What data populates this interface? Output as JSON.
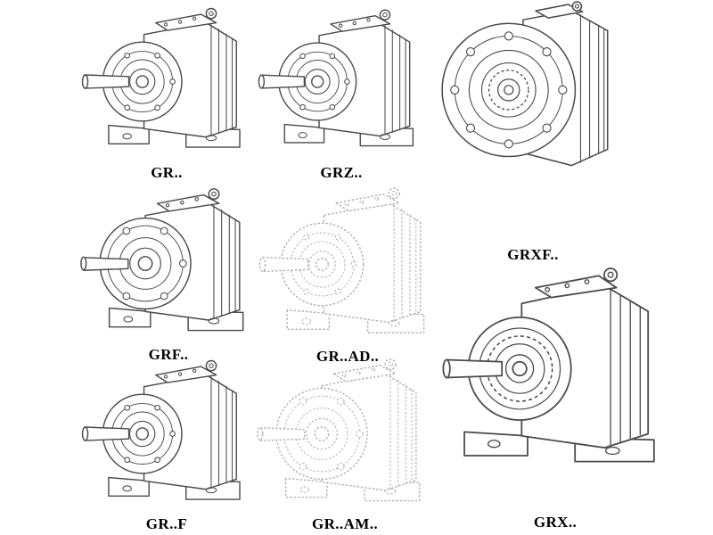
{
  "page": {
    "background": "#ffffff",
    "line_color": "#4a4a4a",
    "ghost_line_color": "#b2b2b2",
    "label_color": "#000000",
    "description": "Catalog sheet of helical gear reducer technical line drawings"
  },
  "catalog": {
    "items": [
      {
        "id": "gr",
        "label": "GR..",
        "style": "solid",
        "drawing": "foot-mounted-helical-gear-unit-with-input-shaft"
      },
      {
        "id": "grz",
        "label": "GRZ..",
        "style": "solid",
        "drawing": "foot-mounted-helical-gear-unit-with-input-shaft"
      },
      {
        "id": "grxf",
        "label": "GRXF..",
        "style": "solid",
        "drawing": "flange-mounted-helical-gear-unit-front-flange-view"
      },
      {
        "id": "grf",
        "label": "GRF..",
        "style": "solid",
        "drawing": "flange-mounted-helical-gear-unit-with-bolt-circle"
      },
      {
        "id": "grad",
        "label": "GR..AD..",
        "style": "ghost",
        "drawing": "helical-gear-unit-with-input-adapter-phantom-view"
      },
      {
        "id": "grff",
        "label": "GR..F",
        "style": "solid",
        "drawing": "foot-mounted-helical-gear-unit-with-input-shaft"
      },
      {
        "id": "gram",
        "label": "GR..AM..",
        "style": "ghost",
        "drawing": "helical-gear-unit-with-motor-adapter-flange-phantom-view"
      },
      {
        "id": "grx",
        "label": "GRX..",
        "style": "solid",
        "drawing": "large-foot-mounted-helical-gear-unit-with-gear-ring"
      }
    ]
  }
}
